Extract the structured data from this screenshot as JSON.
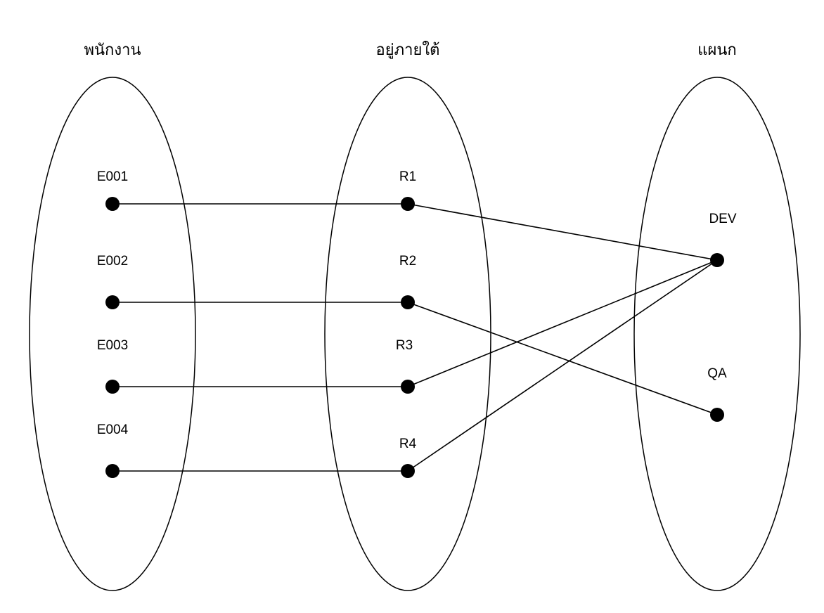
{
  "sets": [
    {
      "id": "employees",
      "title": "พนักงาน",
      "items": [
        "E001",
        "E002",
        "E003",
        "E004"
      ]
    },
    {
      "id": "relation",
      "title": "อยู่ภายใต้",
      "items": [
        "R1",
        "R2",
        "R3",
        "R4"
      ]
    },
    {
      "id": "departments",
      "title": "แผนก",
      "items": [
        "DEV",
        "QA"
      ]
    }
  ],
  "mappings": [
    {
      "from": "E001",
      "to": "R1"
    },
    {
      "from": "E002",
      "to": "R2"
    },
    {
      "from": "E003",
      "to": "R3"
    },
    {
      "from": "E004",
      "to": "R4"
    },
    {
      "from": "R1",
      "to": "DEV"
    },
    {
      "from": "R2",
      "to": "QA"
    },
    {
      "from": "R3",
      "to": "DEV"
    },
    {
      "from": "R4",
      "to": "DEV"
    }
  ],
  "colors": {
    "stroke": "#000000",
    "background": "#ffffff"
  }
}
